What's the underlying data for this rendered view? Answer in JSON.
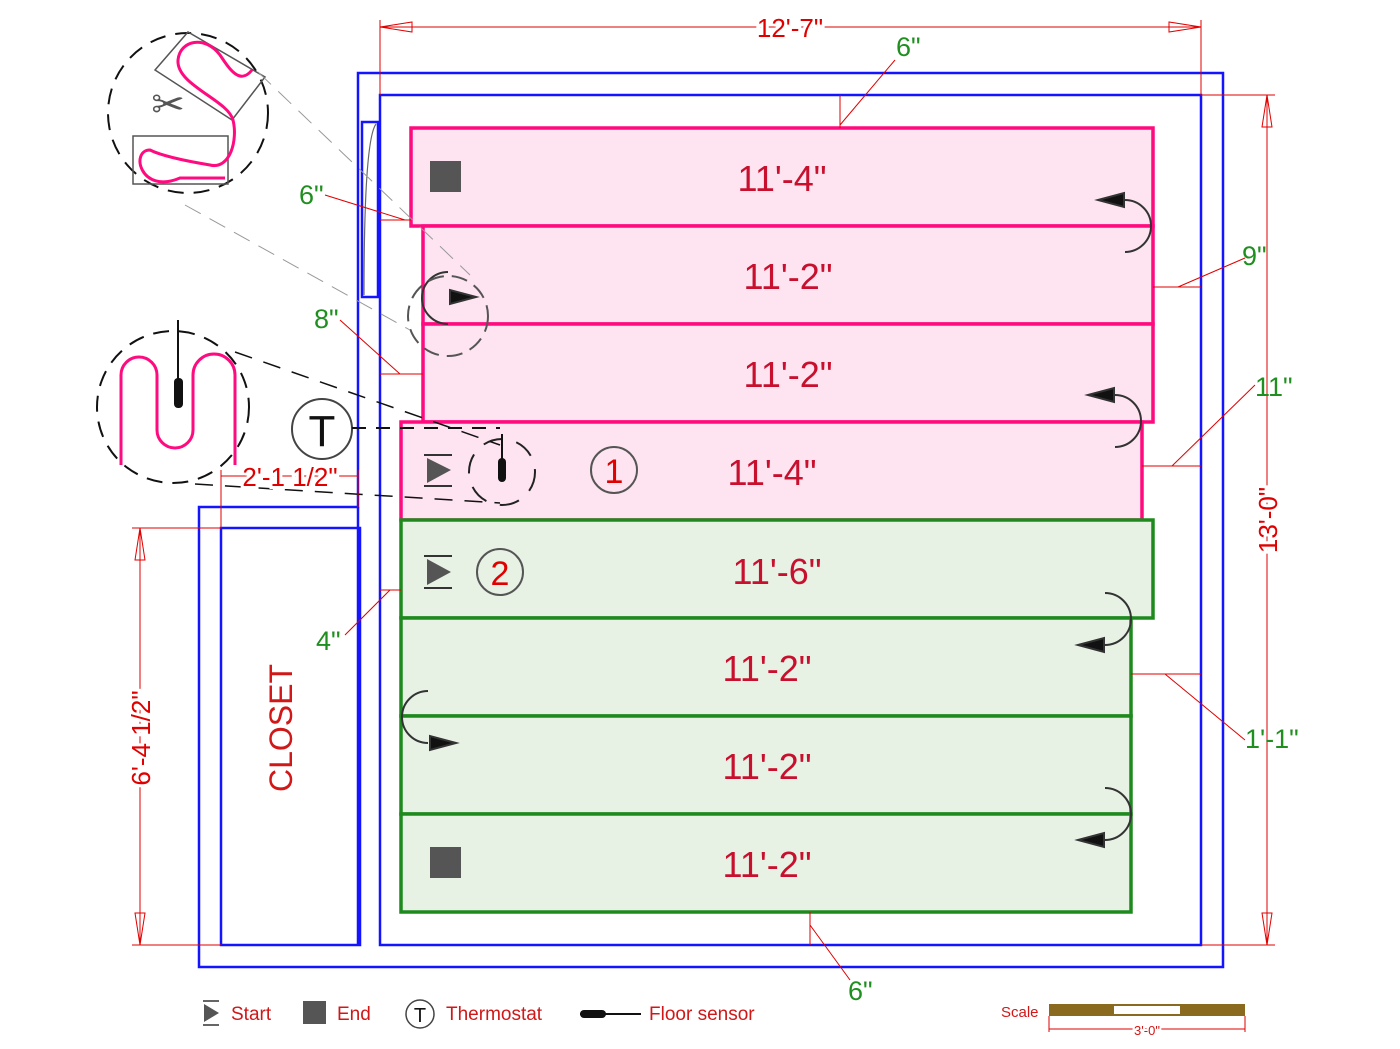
{
  "dimensions": {
    "overall_width": "12'-7\"",
    "overall_depth": "13'-0\"",
    "closet_depth": "6'-4 1/2\"",
    "closet_offset": "2'-1 1/2\""
  },
  "clearances": [
    "6\"",
    "9\"",
    "11\"",
    "1'-1\"",
    "6\"",
    "6\"",
    "8\"",
    "4\""
  ],
  "room_label": "CLOSET",
  "circuits": [
    {
      "number": "1",
      "color": "#ff0a7f",
      "runs": [
        "11'-4\"",
        "11'-2\"",
        "11'-2\"",
        "11'-4\""
      ]
    },
    {
      "number": "2",
      "color": "#1e8a1e",
      "runs": [
        "11'-6\"",
        "11'-2\"",
        "11'-2\"",
        "11'-2\""
      ]
    }
  ],
  "thermostat_symbol": "T",
  "legend": {
    "start": "Start",
    "end": "End",
    "thermostat": "Thermostat",
    "floor_sensor": "Floor sensor"
  },
  "scale": {
    "label": "Scale",
    "length": "3'-0\""
  }
}
